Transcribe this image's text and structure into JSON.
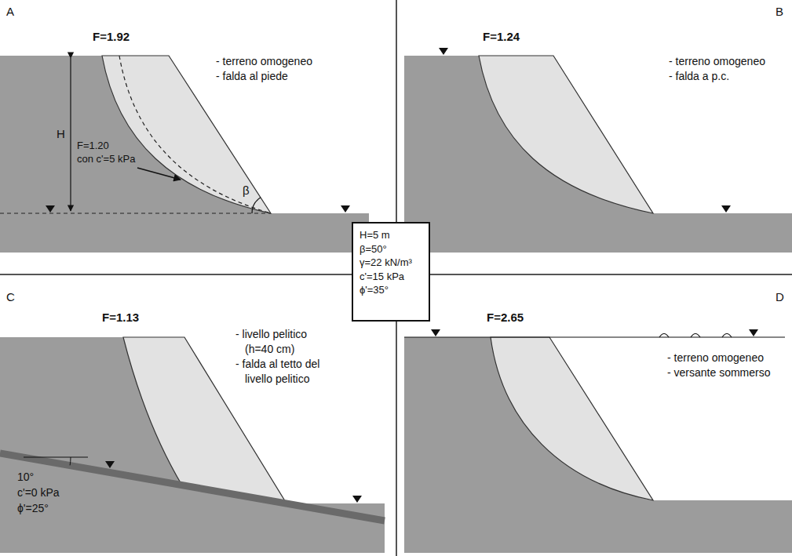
{
  "diagram": {
    "nodes": [
      {
        "text": [
          "H=5 m",
          "β=50°",
          "γ=22 kN/m³",
          "c'=15 kPa",
          "ϕ'=35°"
        ]
      }
    ],
    "labels": [
      "A",
      "F=1.92",
      "- terreno omogeneo",
      "- falda al piede",
      "H",
      "F=1.20",
      "con c'=5 kPa",
      "β",
      "B",
      "F=1.24",
      "- terreno omogeneo",
      "- falda a p.c.",
      "C",
      "F=1.13",
      "- livello pelitico",
      "(h=40 cm)",
      "- falda al tetto del",
      "livello pelitico",
      "10°",
      "c'=0 kPa",
      "ϕ'=25°",
      "D",
      "F=2.65",
      "- terreno omogeneo",
      "- versante sommerso"
    ]
  }
}
